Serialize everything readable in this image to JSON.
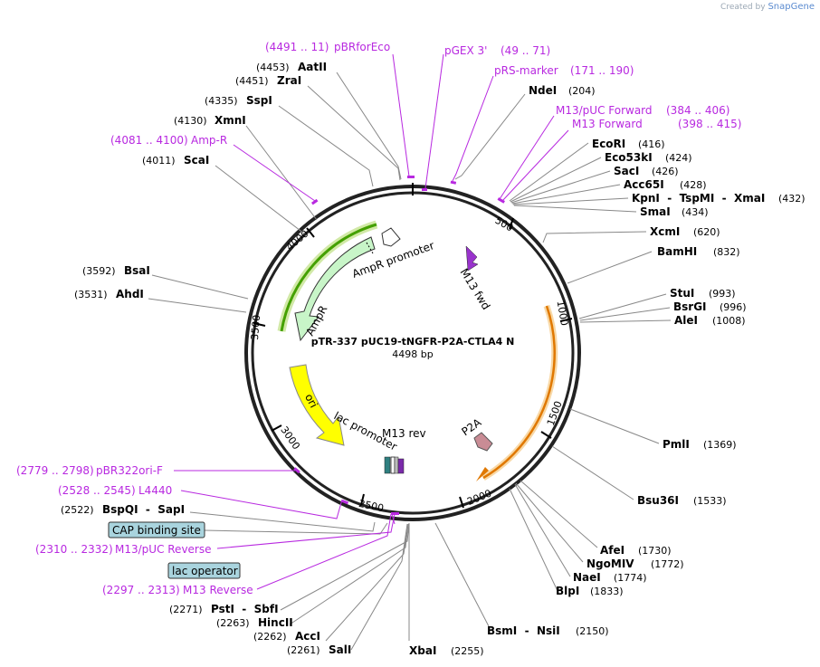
{
  "credit": {
    "prefix": "Created by",
    "brand": "SnapGene"
  },
  "plasmid": {
    "name": "pTR-337 pUC19-tNGFR-P2A-CTLA4 N",
    "size": "4498 bp"
  },
  "ticks": [
    "500",
    "1000",
    "1500",
    "2000",
    "2500",
    "3000",
    "3500",
    "4000"
  ],
  "features": {
    "ampr_promoter": "AmpR promoter",
    "ampr": "AmpR",
    "m13_fwd": "M13 fwd",
    "ori": "ori",
    "lac_promoter": "lac promoter",
    "m13_rev": "M13 rev",
    "p2a": "P2A"
  },
  "right_labels": [
    {
      "name": "NdeI",
      "pos": "(204)"
    },
    {
      "name": "EcoRI",
      "pos": "(416)"
    },
    {
      "name": "Eco53kI",
      "pos": "(424)"
    },
    {
      "name": "SacI",
      "pos": "(426)"
    },
    {
      "name": "Acc65I",
      "pos": "(428)"
    },
    {
      "name": "KpnI  -  TspMI  -  XmaI",
      "pos": "(432)"
    },
    {
      "name": "SmaI",
      "pos": "(434)"
    },
    {
      "name": "XcmI",
      "pos": "(620)"
    },
    {
      "name": "BamHI",
      "pos": "(832)"
    },
    {
      "name": "StuI",
      "pos": "(993)"
    },
    {
      "name": "BsrGI",
      "pos": "(996)"
    },
    {
      "name": "AleI",
      "pos": "(1008)"
    },
    {
      "name": "PmlI",
      "pos": "(1369)"
    },
    {
      "name": "Bsu36I",
      "pos": "(1533)"
    },
    {
      "name": "AfeI",
      "pos": "(1730)"
    },
    {
      "name": "NgoMIV",
      "pos": "(1772)"
    },
    {
      "name": "NaeI",
      "pos": "(1774)"
    },
    {
      "name": "BlpI",
      "pos": "(1833)"
    },
    {
      "name": "BsmI  -  NsiI",
      "pos": "(2150)"
    },
    {
      "name": "XbaI",
      "pos": "(2255)"
    }
  ],
  "left_labels": [
    {
      "name": "AatII",
      "pos": "(4453)"
    },
    {
      "name": "ZraI",
      "pos": "(4451)"
    },
    {
      "name": "SspI",
      "pos": "(4335)"
    },
    {
      "name": "XmnI",
      "pos": "(4130)"
    },
    {
      "name": "ScaI",
      "pos": "(4011)"
    },
    {
      "name": "BsaI",
      "pos": "(3592)"
    },
    {
      "name": "AhdI",
      "pos": "(3531)"
    },
    {
      "name": "BspQI  -  SapI",
      "pos": "(2522)"
    },
    {
      "name": "PstI  -  SbfI",
      "pos": "(2271)"
    },
    {
      "name": "HincII",
      "pos": "(2263)"
    },
    {
      "name": "AccI",
      "pos": "(2262)"
    },
    {
      "name": "SalI",
      "pos": "(2261)"
    }
  ],
  "primers": {
    "pBRforEco": {
      "name": "pBRforEco",
      "range": "(4491 .. 11)"
    },
    "pGEX3": {
      "name": "pGEX 3'",
      "range": "(49 .. 71)"
    },
    "pRSmarker": {
      "name": "pRS-marker",
      "range": "(171 .. 190)"
    },
    "M13pUCFwd": {
      "name": "M13/pUC Forward",
      "range": "(384 .. 406)"
    },
    "M13Fwd": {
      "name": "M13 Forward",
      "range": "(398 .. 415)"
    },
    "AmpR": {
      "name": "Amp-R",
      "range": "(4081 .. 4100)"
    },
    "pBR322ori": {
      "name": "pBR322ori-F",
      "range": "(2779 .. 2798)"
    },
    "L4440": {
      "name": "L4440",
      "range": "(2528 .. 2545)"
    },
    "M13pUCRev": {
      "name": "M13/pUC Reverse",
      "range": "(2310 .. 2332)"
    },
    "M13Rev": {
      "name": "M13 Reverse",
      "range": "(2297 .. 2313)"
    }
  },
  "boxes": {
    "cap": "CAP binding site",
    "lacop": "lac operator"
  },
  "colors": {
    "primer": "#b829e0",
    "ampr_fill": "#c8f5c8",
    "ampr_glow": "#7ac000",
    "ori": "#ffff00",
    "orange": "#e07800",
    "p2a": "#c98c95"
  }
}
